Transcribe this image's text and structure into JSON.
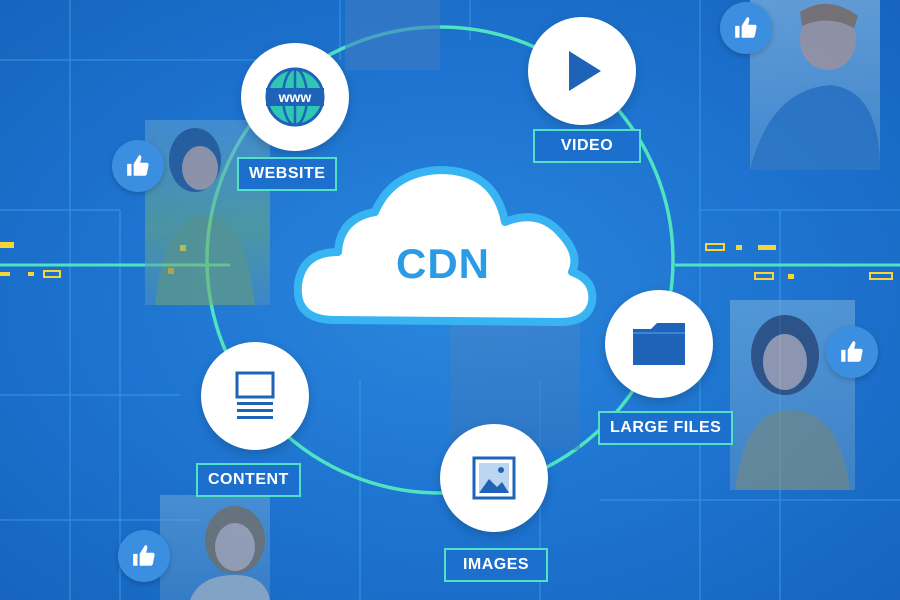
{
  "hub": {
    "label": "CDN"
  },
  "nodes": [
    {
      "label": "WEBSITE",
      "icon": "globe-www-icon",
      "icon_text": "www"
    },
    {
      "label": "VIDEO",
      "icon": "play-icon"
    },
    {
      "label": "LARGE FILES",
      "icon": "folder-icon"
    },
    {
      "label": "IMAGES",
      "icon": "image-icon"
    },
    {
      "label": "CONTENT",
      "icon": "document-icon"
    }
  ],
  "colors": {
    "background": "#1d73cf",
    "ring": "#4fe3c2",
    "label_border": "#53e0c8",
    "cloud_text": "#2b9be6",
    "icon_blue": "#1e63b8",
    "dash_yellow": "#f5d63a"
  }
}
